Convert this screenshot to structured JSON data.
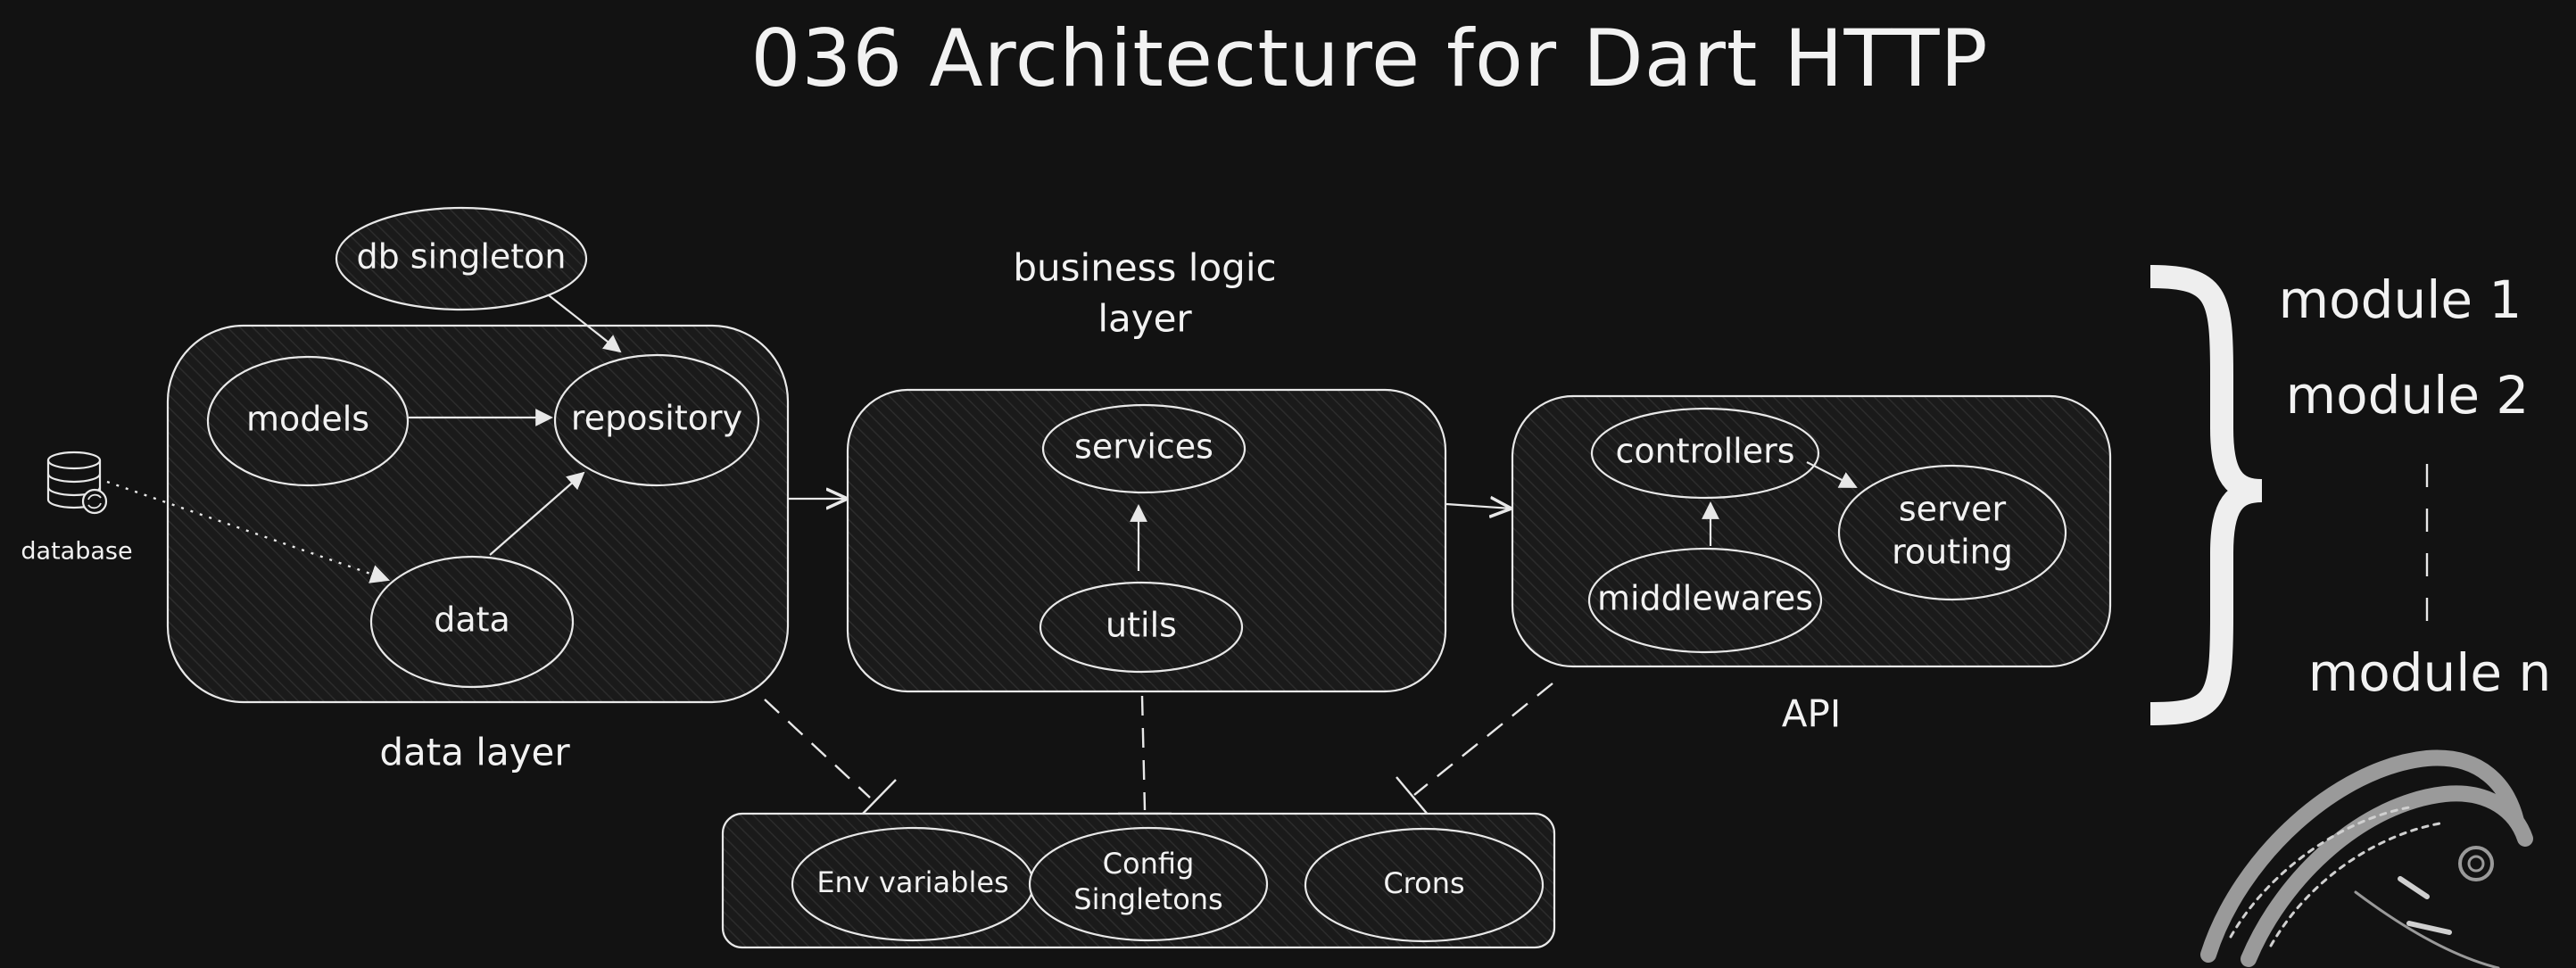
{
  "title": "036 Architecture for Dart HTTP",
  "database": {
    "label": "database"
  },
  "data_layer": {
    "label": "data layer",
    "nodes": {
      "db_singleton": "db singleton",
      "models": "models",
      "repository": "repository",
      "data": "data"
    }
  },
  "business_layer": {
    "label_line1": "business logic",
    "label_line2": "layer",
    "nodes": {
      "services": "services",
      "utils": "utils"
    }
  },
  "api_layer": {
    "label": "API",
    "nodes": {
      "controllers": "controllers",
      "server_routing_line1": "server",
      "server_routing_line2": "routing",
      "middlewares": "middlewares"
    }
  },
  "shared": {
    "nodes": {
      "env": "Env variables",
      "config_line1": "Config",
      "config_line2": "Singletons",
      "crons": "Crons"
    }
  },
  "modules": [
    "module 1",
    "module 2",
    "module n"
  ],
  "colors": {
    "background": "#121212",
    "stroke": "#e8e8e8",
    "text": "#f2f2f2",
    "brace": "#eeeeee",
    "sketch": "#9a9a9a"
  }
}
